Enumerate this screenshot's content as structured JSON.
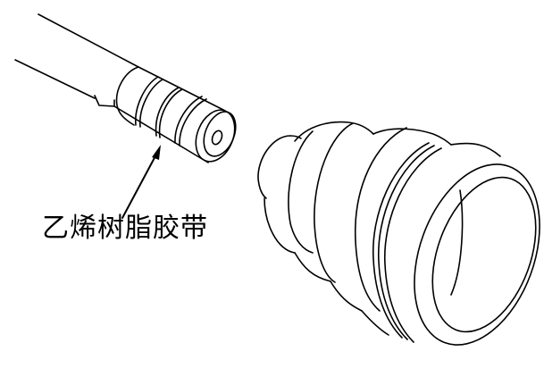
{
  "figure": {
    "label": "乙烯树脂胶带",
    "parts": [
      {
        "name": "shaft-with-vinyl-tape",
        "description": "drive shaft end wrapped with vinyl tape"
      },
      {
        "name": "cv-boot",
        "description": "bellows dust boot"
      }
    ],
    "colors": {
      "line": "#000000",
      "background": "#ffffff"
    }
  }
}
